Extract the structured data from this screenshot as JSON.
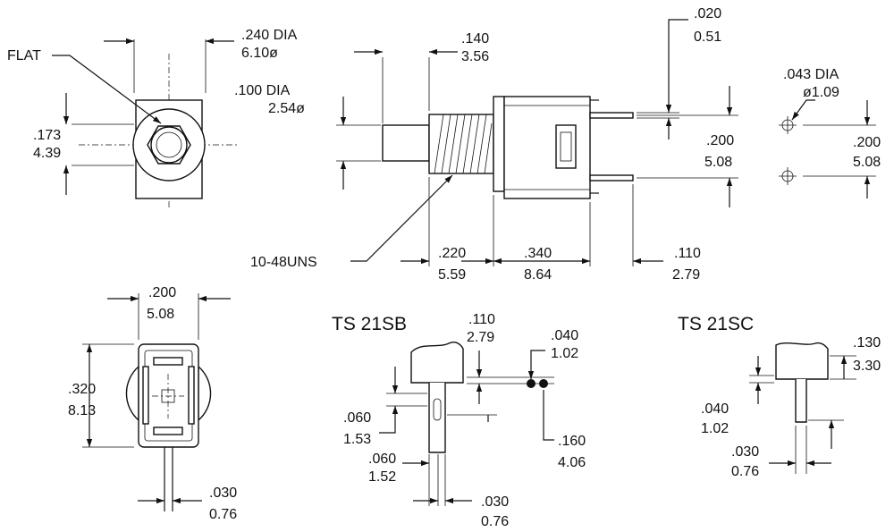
{
  "labels": {
    "flat": "FLAT",
    "thread": "10-48UNS",
    "ts21sb": "TS 21SB",
    "ts21sc": "TS 21SC"
  },
  "dims": {
    "d240": {
      "in": ".240 DIA",
      "mm": "6.10ø"
    },
    "d173": {
      "in": ".173",
      "mm": "4.39"
    },
    "d140": {
      "in": ".140",
      "mm": "3.56"
    },
    "d100": {
      "in": ".100 DIA",
      "mm": "2.54ø"
    },
    "d020": {
      "in": ".020",
      "mm": "0.51"
    },
    "d200a": {
      "in": ".200",
      "mm": "5.08"
    },
    "d043": {
      "in": ".043 DIA",
      "mm": "ø1.09"
    },
    "d200b": {
      "in": ".200",
      "mm": "5.08"
    },
    "d220": {
      "in": ".220",
      "mm": "5.59"
    },
    "d340": {
      "in": ".340",
      "mm": "8.64"
    },
    "d110a": {
      "in": ".110",
      "mm": "2.79"
    },
    "d200c": {
      "in": ".200",
      "mm": "5.08"
    },
    "d320": {
      "in": ".320",
      "mm": "8.13"
    },
    "d030a": {
      "in": ".030",
      "mm": "0.76"
    },
    "d110b": {
      "in": ".110",
      "mm": "2.79"
    },
    "d040a": {
      "in": ".040",
      "mm": "1.02"
    },
    "d060a": {
      "in": ".060",
      "mm": "1.53"
    },
    "d160": {
      "in": ".160",
      "mm": "4.06"
    },
    "d060b": {
      "in": ".060",
      "mm": "1.52"
    },
    "d030b": {
      "in": ".030",
      "mm": "0.76"
    },
    "d130": {
      "in": ".130",
      "mm": "3.30"
    },
    "d040b": {
      "in": ".040",
      "mm": "1.02"
    },
    "d030c": {
      "in": ".030",
      "mm": "0.76"
    }
  }
}
